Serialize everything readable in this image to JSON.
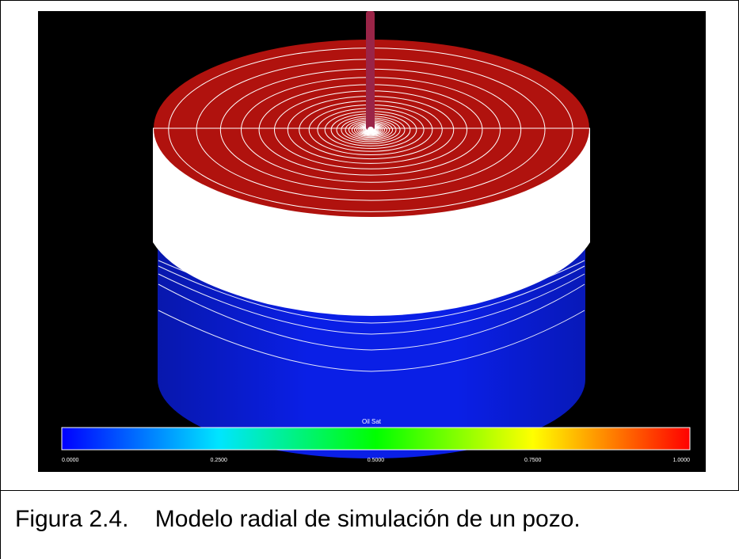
{
  "figure": {
    "colorbar_title": "Oil Sat",
    "colorbar_ticks": [
      "0.0000",
      "0.2500",
      "0.5000",
      "0.7500",
      "1.0000"
    ],
    "colorbar_stops": [
      "#0000ff",
      "#00e5ff",
      "#00ff00",
      "#ffff00",
      "#ff0000"
    ],
    "colors": {
      "top_face": "#b0120e",
      "gas_zone": "#ffffff",
      "oil_zone": "#0a1fe6",
      "well": "#9a2447",
      "background": "#000000"
    }
  },
  "caption": {
    "label": "Figura 2.4.",
    "text": "Modelo radial de simulación de un pozo."
  }
}
